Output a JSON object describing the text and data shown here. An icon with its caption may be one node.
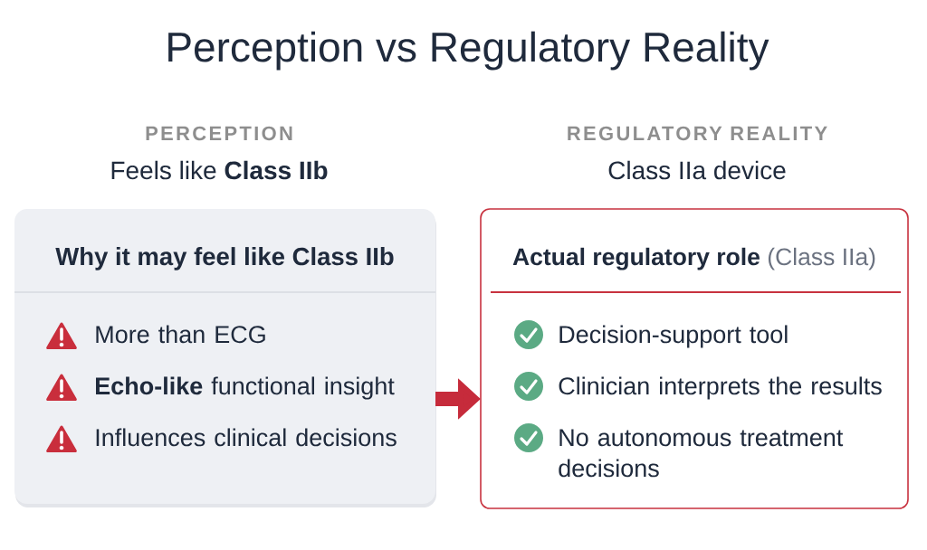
{
  "diagram": {
    "title": "Perception vs Regulatory Reality",
    "nodes": [
      {
        "text": [
          "PERCEPTION",
          "Feels like **Class IIb**",
          "Why it may feel like Class IIb",
          "More than ECG",
          "**Echo-like** functional insight",
          "Influences clinical decisions"
        ]
      },
      {
        "text": [
          "REGULATORY REALITY",
          "Class IIa device",
          "**Actual regulatory role** (Class IIa)",
          "Decision-support tool",
          "Clinician interprets the results",
          "No autonomous treatment decisions"
        ]
      }
    ],
    "edges": [
      {
        "from": 0,
        "to": 1,
        "arrow": "to",
        "color": "#c62b3b"
      }
    ]
  }
}
